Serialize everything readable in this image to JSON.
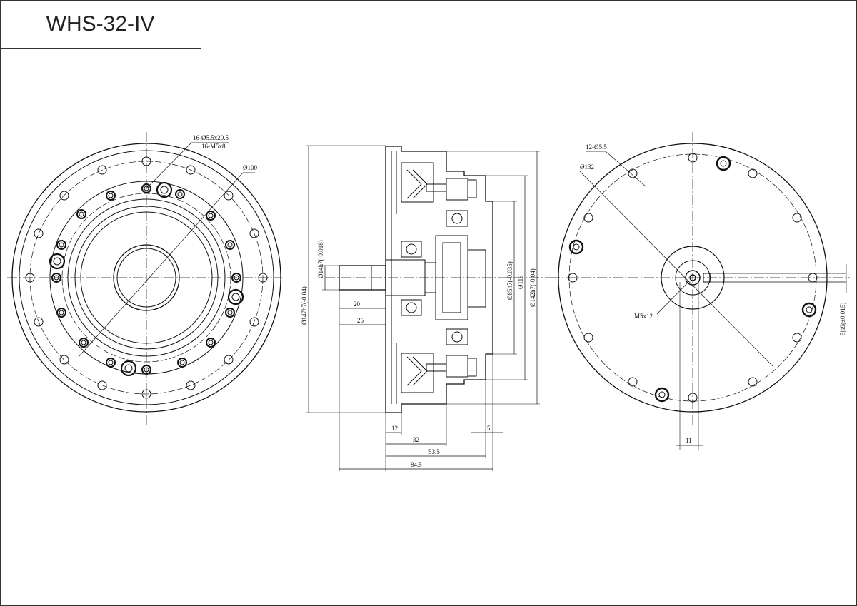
{
  "model_title": "WHS-32-IV",
  "left_view": {
    "hole_note_1": "16-Ø5.5x20.5",
    "hole_note_2": "16-M5x8",
    "pcd_label": "Ø100"
  },
  "section_view": {
    "left_dims": [
      "Ø147h7(-0.04)",
      "Ø14h7(-0.018)"
    ],
    "right_dims": [
      "Ø85h7(-0.035)",
      "Ø115",
      "Ø142h7(-0.04)"
    ],
    "shaft_dims": [
      "20",
      "25"
    ],
    "bottom_dims": [
      "12",
      "32",
      "53.5",
      "84.5",
      "5"
    ]
  },
  "right_view": {
    "hole_note": "12-Ø5.5",
    "pcd_label": "Ø132",
    "thread_label": "M5x12",
    "keyway_width": "11",
    "key_tolerance": "5js9(±0.015)"
  }
}
